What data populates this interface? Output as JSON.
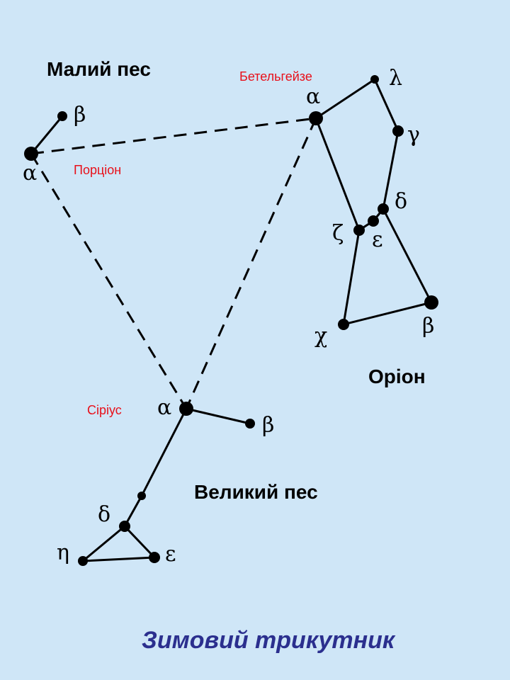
{
  "colors": {
    "background": "#cfe6f7",
    "lines": "#000000",
    "star_names": "#e8101a",
    "footer_title": "#2b2f8e"
  },
  "constellations": {
    "canis_minor": {
      "title": "Малий пес"
    },
    "orion": {
      "title": "Оріон"
    },
    "canis_major": {
      "title": "Великий пес"
    }
  },
  "star_names": {
    "betelgeuse": "Бетельгейзе",
    "procyon": "Порціон",
    "sirius": "Сіріус"
  },
  "greek_labels": {
    "canis_minor_alpha": "α",
    "canis_minor_beta": "β",
    "orion_alpha": "α",
    "orion_lambda": "λ",
    "orion_gamma": "γ",
    "orion_delta": "δ",
    "orion_zeta": "ζ",
    "orion_epsilon": "ε",
    "orion_chi": "χ",
    "orion_beta": "β",
    "canis_major_alpha": "α",
    "canis_major_beta": "β",
    "canis_major_delta": "δ",
    "canis_major_eta": "η",
    "canis_major_epsilon": "ε"
  },
  "footer": {
    "title": "Зимовий трикутник"
  }
}
